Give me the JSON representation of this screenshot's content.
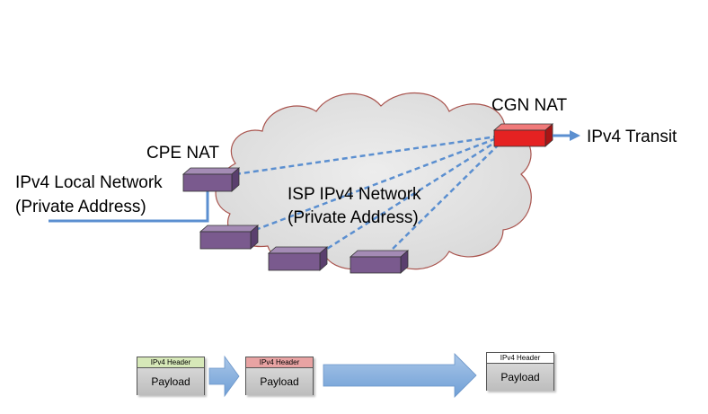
{
  "nodes": {
    "cgn_label": "CGN NAT",
    "cpe_label": "CPE NAT",
    "transit_label": "IPv4 Transit"
  },
  "networks": {
    "local_line1": "IPv4 Local Network",
    "local_line2": "(Private Address)",
    "isp_line1": "ISP IPv4 Network",
    "isp_line2": "(Private Address)"
  },
  "packets": [
    {
      "header": "IPv4  Header",
      "payload": "Payload",
      "header_color": "#d6e8b8"
    },
    {
      "header": "IPv4 Header",
      "payload": "Payload",
      "header_color": "#e8a3a3"
    },
    {
      "header": "IPv4 Header",
      "payload": "Payload",
      "header_color": "#ffffff"
    }
  ],
  "colors": {
    "cloud_fill": "#e4e4e4",
    "cloud_stroke": "#a9544e",
    "cgn_box": "#e52222",
    "cpe_box": "#7a5a8e",
    "dashed_line": "#5b8fd0",
    "arrow": "#7aa6d8"
  }
}
